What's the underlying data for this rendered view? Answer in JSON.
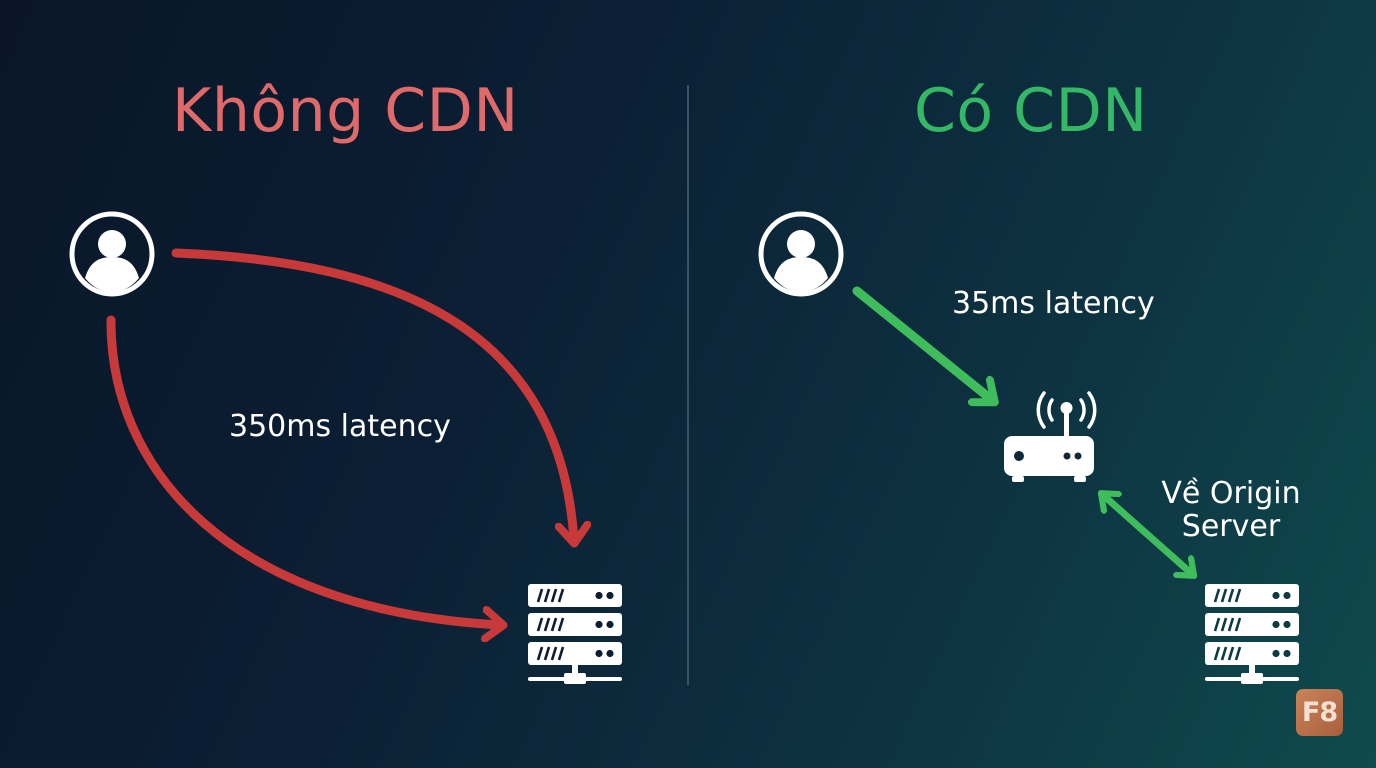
{
  "left_panel": {
    "title": "Không CDN",
    "latency_label": "350ms latency"
  },
  "right_panel": {
    "title": "Có CDN",
    "latency_label": "35ms latency",
    "origin_label_line1": "Về Origin",
    "origin_label_line2": "Server"
  },
  "badge": {
    "text": "F8"
  },
  "colors": {
    "red_accent": "#e06a6a",
    "red_arrow": "#c8393a",
    "green_accent": "#35b866",
    "green_arrow": "#3fbd5c",
    "icon": "#ffffff",
    "background_start": "#0a1628",
    "background_end": "#0f4a4e"
  },
  "icons": [
    "user-icon",
    "server-icon",
    "router-icon"
  ]
}
